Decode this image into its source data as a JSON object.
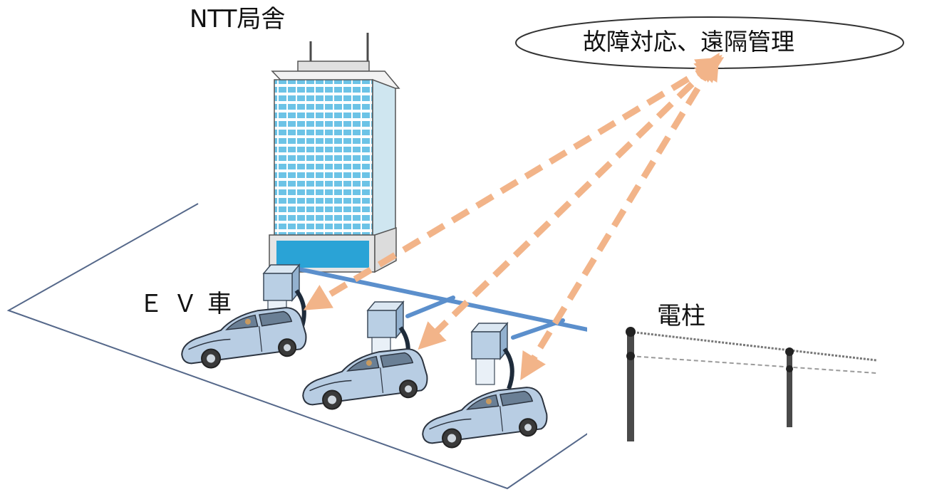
{
  "labels": {
    "building": "NTT局舎",
    "ev_car": "ＥＶ車",
    "utility_pole": "電柱",
    "remote_management": "故障対応、遠隔管理"
  },
  "colors": {
    "outline": "#55688a",
    "cable": "#5b8fcc",
    "arrow": "#f2b489",
    "building_glass": "#6cc3e6",
    "building_glass_dark": "#2aa3d6",
    "charger": "#b9cfe4",
    "car_body": "#b8cde3",
    "pole": "#4a4a4a"
  },
  "elements": {
    "building": "office-tower",
    "chargers": 3,
    "cars": 3,
    "poles": 2
  }
}
